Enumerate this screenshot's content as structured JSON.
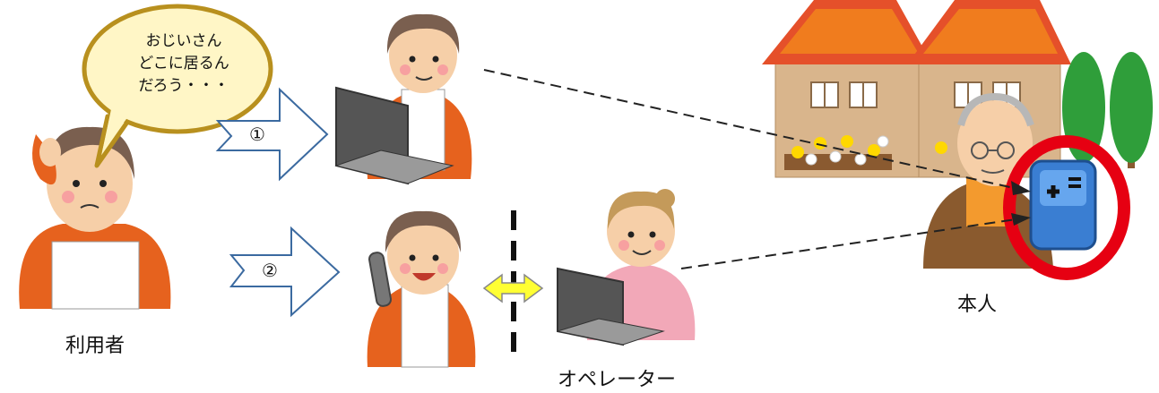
{
  "speech_bubble": {
    "lines": [
      "おじいさん",
      "どこに居るん",
      "だろう・・・"
    ]
  },
  "labels": {
    "user": "利用者",
    "operator": "オペレーター",
    "person": "本人"
  },
  "steps": {
    "step1": "①",
    "step2": "②"
  },
  "colors": {
    "bubble_fill": "#fff6c6",
    "bubble_stroke": "#b8901e",
    "arrow_stroke": "#3b6aa0",
    "highlight_ring": "#e60012",
    "device_blue": "#3a7ed2",
    "exchange_arrow": "#ffff33"
  },
  "icons": {
    "user_person": "worried-woman-icon",
    "laptop_woman": "woman-with-laptop-icon",
    "phone_woman": "woman-on-phone-icon",
    "operator": "operator-with-laptop-icon",
    "houses": "houses-icon",
    "trees": "trees-icon",
    "elderly_man": "elderly-man-icon",
    "gps_device": "gps-device-icon"
  }
}
